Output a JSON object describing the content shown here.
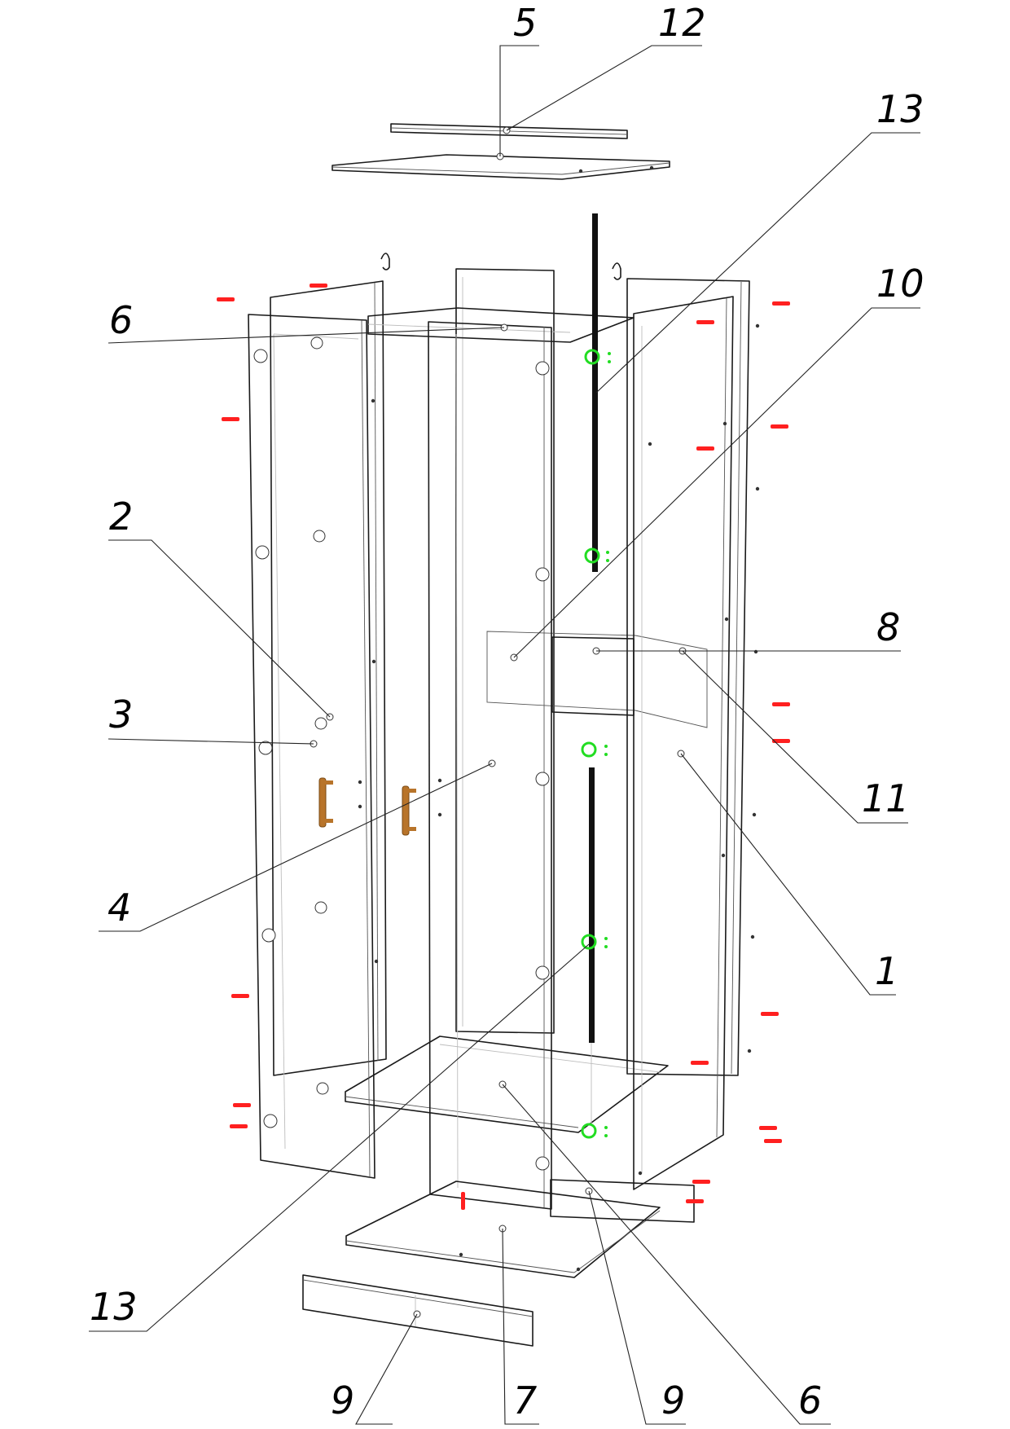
{
  "colors": {
    "line": "#1a1a1a",
    "fastener_red": "#ff2020",
    "fastener_green": "#22dd22",
    "handle_brown": "#b8742a",
    "rod_black": "#111111"
  },
  "callouts": [
    {
      "label": "5"
    },
    {
      "label": "12"
    },
    {
      "label": "13"
    },
    {
      "label": "10"
    },
    {
      "label": "6"
    },
    {
      "label": "2"
    },
    {
      "label": "8"
    },
    {
      "label": "3"
    },
    {
      "label": "11"
    },
    {
      "label": "4"
    },
    {
      "label": "1"
    },
    {
      "label": "13"
    },
    {
      "label": "9"
    },
    {
      "label": "7"
    },
    {
      "label": "9"
    },
    {
      "label": "6"
    }
  ]
}
